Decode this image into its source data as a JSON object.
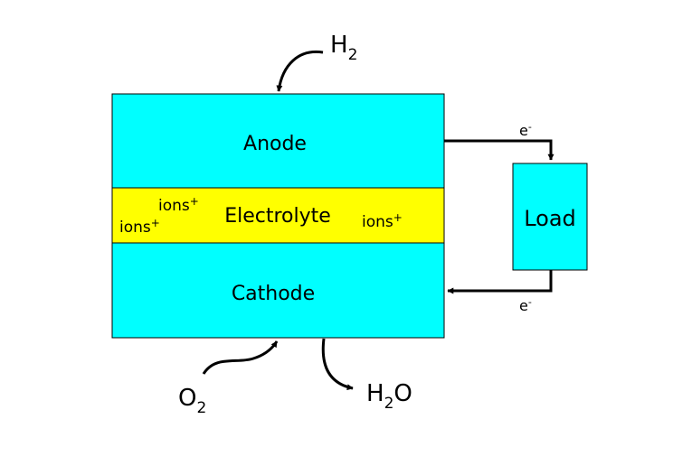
{
  "diagram": {
    "anode": {
      "label": "Anode"
    },
    "electrolyte": {
      "label": "Electrolyte",
      "ion_labels": [
        {
          "text": "ions",
          "sup": "+"
        },
        {
          "text": "ions",
          "sup": "+"
        },
        {
          "text": "ions",
          "sup": "+"
        }
      ]
    },
    "cathode": {
      "label": "Cathode"
    },
    "load": {
      "label": "Load"
    },
    "inputs": {
      "hydrogen": {
        "base": "H",
        "sub": "2"
      },
      "oxygen": {
        "base": "O",
        "sub": "2"
      }
    },
    "output": {
      "base": "H",
      "sub": "2",
      "rest": "O"
    },
    "electrons": {
      "top": {
        "base": "e",
        "sup": "-"
      },
      "bottom": {
        "base": "e",
        "sup": "-"
      }
    },
    "colors": {
      "cell": "#00ffff",
      "electrolyte": "#ffff00",
      "stroke": "#000000"
    }
  }
}
